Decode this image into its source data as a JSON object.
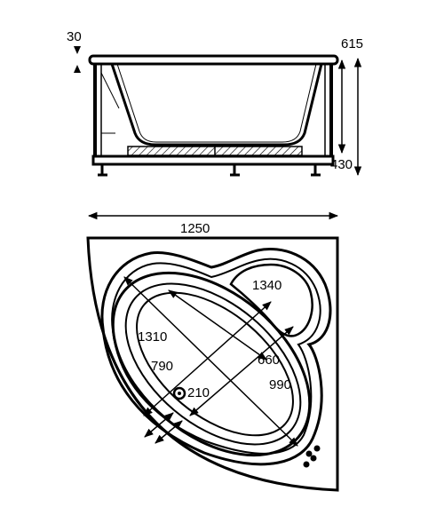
{
  "dimensions": {
    "rim_thickness": "30",
    "total_height": "615",
    "base_height": "430",
    "width": "1250",
    "inner_diagonal": "1340",
    "basin_length": "1310",
    "basin_width": "790",
    "inner_width": "660",
    "basin_depth_diagonal": "990",
    "drain_offset": "210"
  },
  "colors": {
    "ink": "#000000",
    "paper": "#ffffff"
  }
}
